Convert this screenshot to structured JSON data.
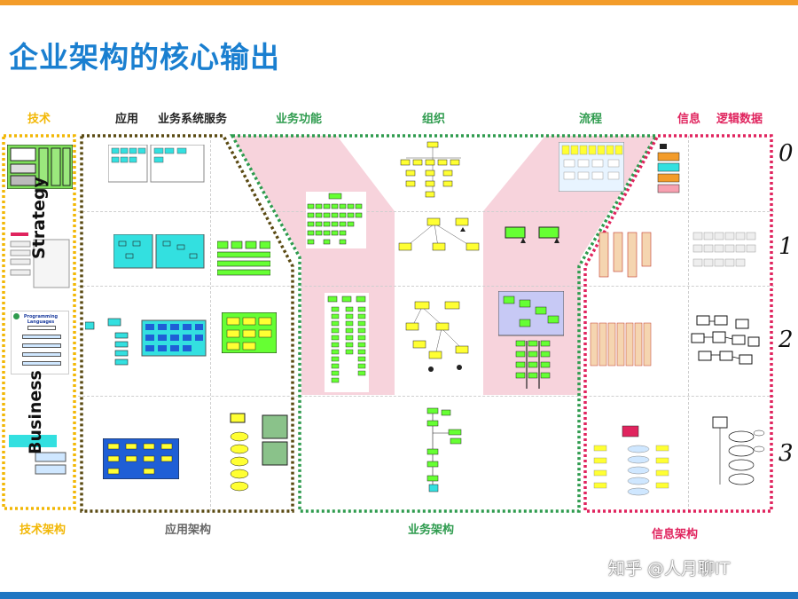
{
  "title": "企业架构的核心输出",
  "headers": {
    "tech": "技术",
    "app": "应用",
    "biz_service": "业务系统服务",
    "biz_function": "业务功能",
    "org": "组织",
    "process": "流程",
    "info": "信息",
    "logic_data": "逻辑数据"
  },
  "footers": {
    "tech_arch": "技术架构",
    "app_arch": "应用架构",
    "biz_arch": "业务架构",
    "info_arch": "信息架构"
  },
  "side_labels": {
    "strategy": "Strategy",
    "business": "Business"
  },
  "row_numbers": [
    "0",
    "1",
    "2",
    "3"
  ],
  "thumb_text": {
    "programming_languages": "Programming Languages"
  },
  "watermark": "知乎 @人月聊IT",
  "colors": {
    "title": "#1a7fd0",
    "tech_yellow": "#f2b705",
    "app_brown": "#5a4a12",
    "biz_green": "#2e9b4e",
    "info_red": "#e0245e",
    "pink_bg": "#f7d3dc",
    "node_green": "#66ff33",
    "node_yellow": "#ffff33",
    "node_cyan": "#33e0e0",
    "node_blue": "#1f5fd6"
  }
}
